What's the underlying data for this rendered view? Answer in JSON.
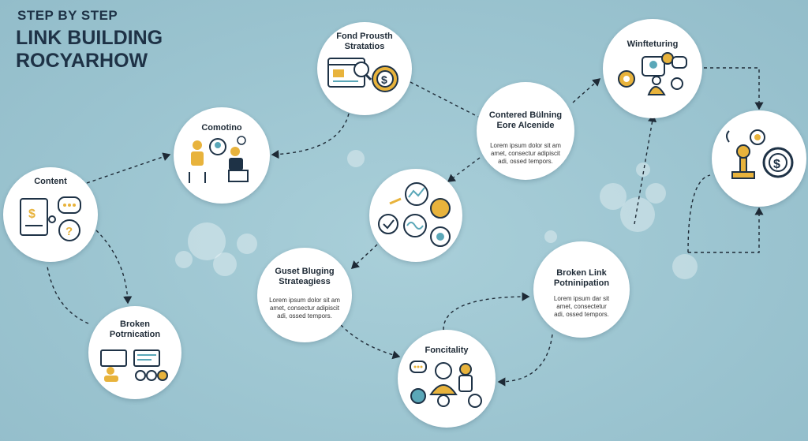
{
  "header": {
    "line1": "STEP BY STEP",
    "line2": "LINK BUILDING",
    "line3": "ROCYARHOW"
  },
  "colors": {
    "background": "#9cc5d1",
    "navy": "#1e3246",
    "gold": "#e8b33c",
    "teal": "#5aa7b8",
    "arrow": "#1e2a36"
  },
  "nodes": {
    "content": {
      "label": "Content",
      "icon": "document-dollar-question-icon"
    },
    "broken_left": {
      "label1": "Broken",
      "label2": "Potrnication",
      "icon": "people-network-icon"
    },
    "comotino": {
      "label": "Comotino",
      "icon": "team-meeting-icon"
    },
    "fond": {
      "label1": "Fond Prousth",
      "label2": "Stratatios",
      "icon": "browser-gear-dollar-icon"
    },
    "centre": {
      "icon": "analytics-cluster-icon"
    },
    "guest": {
      "label1": "Guset Bluging",
      "label2": "Strateagiess",
      "text1": "Lorem ipsum dolor sit am",
      "text2": "amet, consectur adipiscit",
      "text3": "adi, ossed tempors."
    },
    "focality": {
      "label": "Foncitality",
      "icon": "people-chat-gear-icon"
    },
    "broken_right": {
      "label1": "Broken Link",
      "label2": "Potninipation",
      "text1": "Lorem ipsum dar sit",
      "text2": "amet, consectetur",
      "text3": "adi, ossed tempors."
    },
    "centered": {
      "label1": "Contered Bülning",
      "label2": "Eore Alcenide",
      "text1": "Lorem ipsum dolor sit am",
      "text2": "amet, consectur adipiscit",
      "text3": "adi, ossed tempors."
    },
    "winfeturing": {
      "label": "Winfteturing",
      "icon": "user-chat-gears-icon"
    },
    "final": {
      "icon": "trophy-gear-dollar-icon"
    }
  }
}
